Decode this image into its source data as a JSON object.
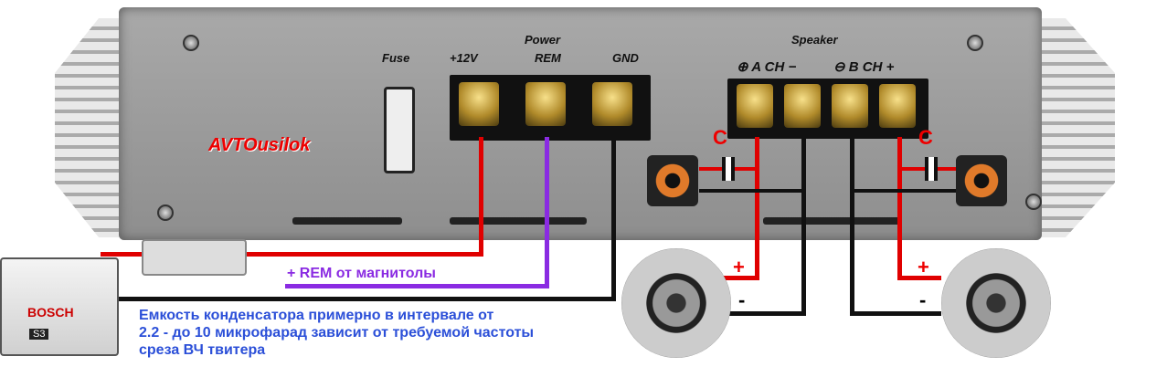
{
  "amplifier": {
    "logo": "AVTOusilok",
    "fuse_label": "Fuse",
    "power_group_label": "Power",
    "power_terminals": [
      "+12V",
      "REM",
      "GND"
    ],
    "speaker_group_label": "Speaker",
    "channel_a": "A CH",
    "channel_b": "B CH",
    "plus": "+",
    "minus": "−"
  },
  "battery": {
    "brand": "BOSCH",
    "model": "S3"
  },
  "capacitor_label": "C",
  "polarity": {
    "plus": "+",
    "minus": "-"
  },
  "rem_label": "+ REM от магнитолы",
  "note_lines": [
    "Емкость конденсатора примерно в интервале от",
    "2.2 - до 10 микрофарад зависит от требуемой частоты",
    "среза ВЧ твитера"
  ],
  "colors": {
    "positive_wire": "#e00000",
    "ground_wire": "#111111",
    "rem_wire": "#8a2be2",
    "note_text": "#2b4fd8"
  }
}
